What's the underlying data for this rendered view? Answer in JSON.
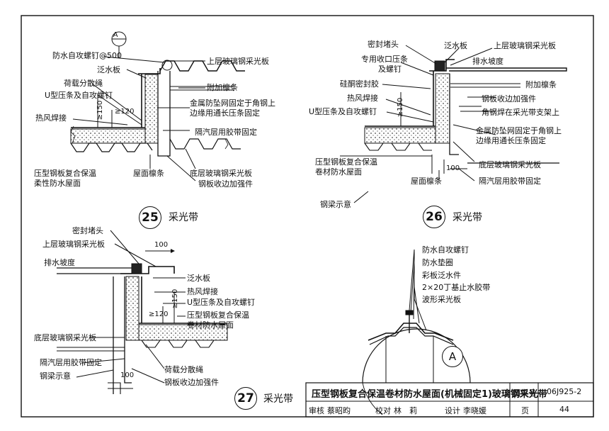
{
  "details": {
    "d25": {
      "number": "25",
      "caption": "采光带",
      "callout": "A",
      "labels": {
        "screw": "防水自攻螺钉@500",
        "top_panel": "上层玻璃钢采光板",
        "flashing": "泛水板",
        "purlin_add": "附加檩条",
        "load_rope": "荷载分散绳",
        "u_strip": "U型压条及自攻螺钉",
        "mesh": "金属防坠网固定于角钢上",
        "mesh2": "边缘用通长压条固定",
        "weld": "热风焊接",
        "tape": "隔汽层用胶带固定",
        "roof_a": "压型钢板复合保温",
        "roof_b": "柔性防水屋面",
        "roof_purlin": "屋面檩条",
        "bottom_panel": "底层玻璃钢采光板",
        "stiffener": "钢板收边加强件"
      },
      "dims": [
        "≥150",
        "≥120"
      ]
    },
    "d26": {
      "number": "26",
      "caption": "采光带",
      "labels": {
        "seal_head": "密封堵头",
        "strip_a": "专用收口压条",
        "strip_b": "及螺钉",
        "flashing": "泛水板",
        "top_panel": "上层玻璃钢采光板",
        "slope": "排水坡度",
        "silicone": "硅酮密封胶",
        "purlin_add": "附加檩条",
        "weld": "热风焊接",
        "stiffener": "钢板收边加强件",
        "u_strip": "U型压条及自攻螺钉",
        "angle": "角钢焊在采光带支架上",
        "mesh": "金属防坠网固定于角钢上",
        "mesh2": "边缘用通长压条固定",
        "roof_a": "压型钢板复合保温",
        "roof_b": "卷材防水屋面",
        "bottom_panel": "底层玻璃钢采光板",
        "roof_purlin": "屋面檩条",
        "tape": "隔汽层用胶带固定",
        "beam": "钢梁示意"
      },
      "dims": [
        "≥150",
        "100"
      ]
    },
    "d27": {
      "number": "27",
      "caption": "采光带",
      "labels": {
        "seal_head": "密封堵头",
        "top_panel": "上层玻璃钢采光板",
        "slope": "排水坡度",
        "flashing": "泛水板",
        "weld": "热风焊接",
        "u_strip": "U型压条及自攻螺钉",
        "roof_a": "压型钢板复合保温",
        "roof_b": "卷材防水屋面",
        "bottom_panel": "底层玻璃钢采光板",
        "tape": "隔汽层用胶带固定",
        "beam": "钢梁示意",
        "load_rope": "荷载分散绳",
        "stiffener": "钢板收边加强件"
      },
      "dims": [
        "100",
        "≥150",
        "≥120",
        "100"
      ]
    },
    "dA": {
      "callout": "A",
      "labels": {
        "screw": "防水自攻螺钉",
        "washer": "防水垫圈",
        "flashing_part": "彩板泛水件",
        "tape": "2×20丁基止水胶带",
        "wave_panel": "波形采光板"
      }
    }
  },
  "title_block": {
    "title": "压型钢板复合保温卷材防水屋面(机械固定1)玻璃钢采光带",
    "atlas_label": "图集号",
    "atlas_no": "06J925-2",
    "review_label": "审核",
    "review_name": "蔡昭昀",
    "check_label": "校对",
    "check_name": "林　莉",
    "design_label": "设计",
    "design_name": "李晓媛",
    "page_label": "页",
    "page_no": "44"
  }
}
